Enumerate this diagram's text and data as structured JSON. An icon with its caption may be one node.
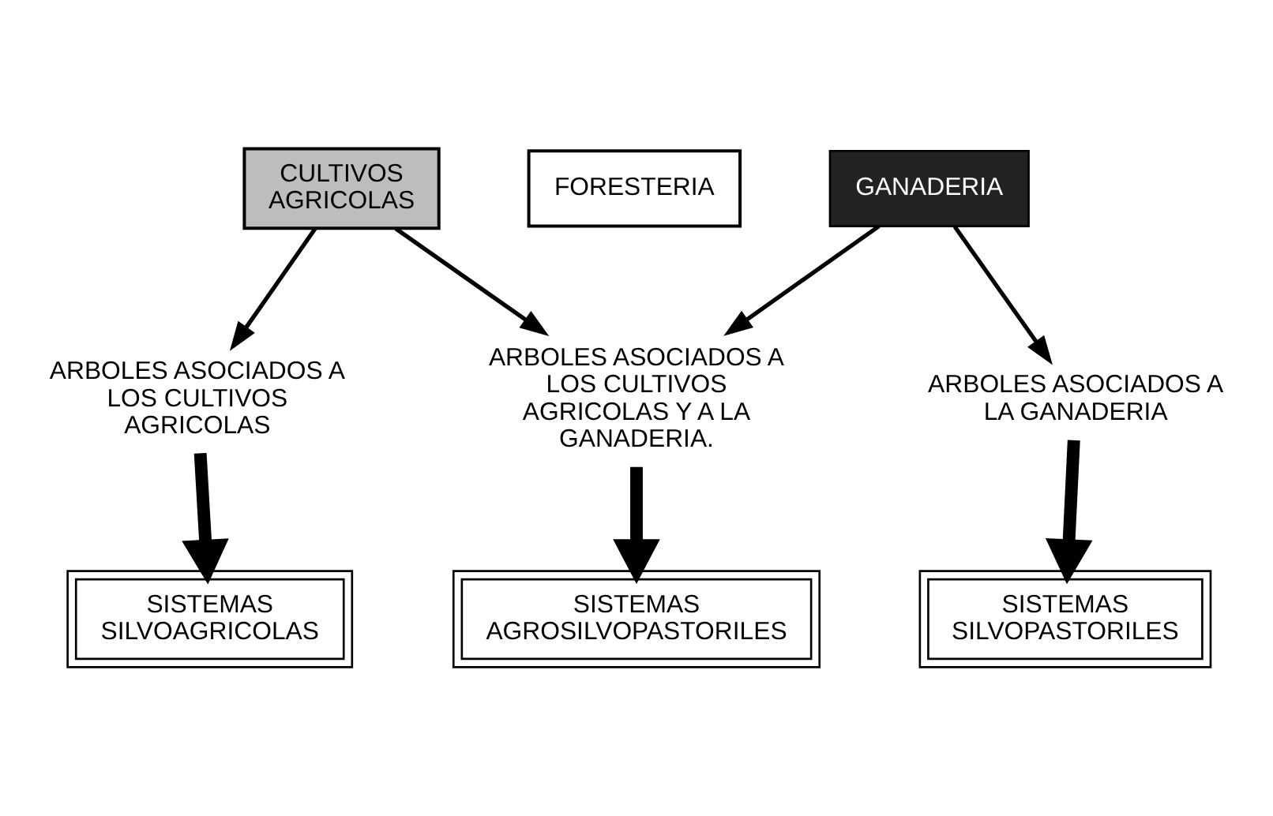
{
  "diagram": {
    "nodes": [
      {
        "text": [
          "CULTIVOS AGRICOLAS"
        ]
      },
      {
        "text": [
          "FORESTERIA"
        ]
      },
      {
        "text": [
          "GANADERIA"
        ]
      },
      {
        "text": [
          "ARBOLES ASOCIADOS A LOS CULTIVOS AGRICOLAS"
        ]
      },
      {
        "text": [
          "ARBOLES ASOCIADOS A LOS CULTIVOS AGRICOLAS Y A LA GANADERIA."
        ]
      },
      {
        "text": [
          "ARBOLES ASOCIADOS A LA GANADERIA"
        ]
      },
      {
        "text": [
          "SISTEMAS SILVOAGRICOLAS"
        ]
      },
      {
        "text": [
          "SISTEMAS AGROSILVOPASTORILES"
        ]
      },
      {
        "text": [
          "SISTEMAS SILVOPASTORILES"
        ]
      }
    ],
    "edges": [
      {
        "from": 0,
        "to": 3,
        "arrow": "to"
      },
      {
        "from": 0,
        "to": 4,
        "arrow": "to"
      },
      {
        "from": 2,
        "to": 4,
        "arrow": "to"
      },
      {
        "from": 2,
        "to": 5,
        "arrow": "to"
      },
      {
        "from": 3,
        "to": 6,
        "arrow": "to",
        "style": "thick"
      },
      {
        "from": 4,
        "to": 7,
        "arrow": "to",
        "style": "thick"
      },
      {
        "from": 5,
        "to": 8,
        "arrow": "to",
        "style": "thick"
      }
    ]
  }
}
